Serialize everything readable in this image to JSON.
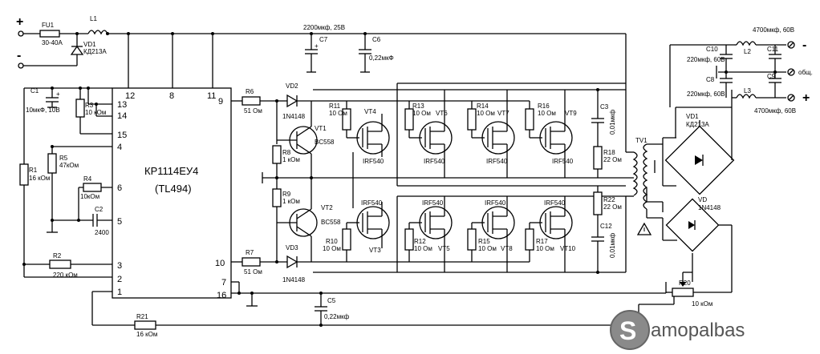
{
  "terminals": {
    "plus_in": "+",
    "minus_in": "-",
    "minus_out": "-",
    "common_out": "общ.",
    "plus_out": "+"
  },
  "fuse": {
    "ref": "FU1",
    "value": "30-40A"
  },
  "inductors": {
    "l1": "L1",
    "l2": "L2",
    "l3": "L3"
  },
  "diode_input": {
    "ref": "VD1",
    "value": "КД213А"
  },
  "capacitors": {
    "c1": {
      "ref": "C1",
      "value": "10мкФ, 10В"
    },
    "c2": {
      "ref": "C2",
      "value": "2400"
    },
    "c3": {
      "ref": "C3",
      "value": "0,01мкф"
    },
    "c5": {
      "ref": "C5",
      "value": "0,22мкф"
    },
    "c6": {
      "ref": "C6",
      "value": "0,22мкФ"
    },
    "c7": {
      "ref": "C7",
      "value": "2200мкф, 25В"
    },
    "c8": {
      "ref": "C8"
    },
    "c9": {
      "ref": "C9"
    },
    "c10": {
      "ref": "C10"
    },
    "c11": {
      "ref": "C11"
    },
    "c12": {
      "ref": "C12",
      "value": "0,01мкф"
    },
    "out_small": "220мкф, 60В",
    "out_large": "4700мкф, 60В"
  },
  "resistors": {
    "r1": {
      "ref": "R1",
      "value": "16 кОм"
    },
    "r2": {
      "ref": "R2",
      "value": "220 кОм"
    },
    "r3": {
      "ref": "R3",
      "value": "10 кОм"
    },
    "r4": {
      "ref": "R4",
      "value": "10кОм"
    },
    "r5": {
      "ref": "R5",
      "value": "47кОм"
    },
    "r6": {
      "ref": "R6",
      "value": "51 Ом"
    },
    "r7": {
      "ref": "R7",
      "value": "51 Ом"
    },
    "r8": {
      "ref": "R8",
      "value": "1 кОм"
    },
    "r9": {
      "ref": "R9",
      "value": "1 кОм"
    },
    "r10": {
      "ref": "R10",
      "value": "10 Ом"
    },
    "r11": {
      "ref": "R11",
      "value": "10 Ом"
    },
    "r12": {
      "ref": "R12",
      "value": "10 Ом"
    },
    "r13": {
      "ref": "R13",
      "value": "10 Ом"
    },
    "r14": {
      "ref": "R14",
      "value": "10 Ом"
    },
    "r15": {
      "ref": "R15",
      "value": "10 Ом"
    },
    "r16": {
      "ref": "R16",
      "value": "10 Ом"
    },
    "r17": {
      "ref": "R17",
      "value": "10 Ом"
    },
    "r18": {
      "ref": "R18",
      "value": "22 Ом"
    },
    "r20": {
      "ref": "R20",
      "value": "10 кОм"
    },
    "r21": {
      "ref": "R21",
      "value": "16 кОм"
    },
    "r22": {
      "ref": "R22",
      "value": "22 Ом"
    }
  },
  "ic": {
    "name": "КР1114ЕУ4",
    "alt": "(TL494)",
    "pins": {
      "p1": "1",
      "p2": "2",
      "p3": "3",
      "p4": "4",
      "p5": "5",
      "p6": "6",
      "p7": "7",
      "p8": "8",
      "p9": "9",
      "p10": "10",
      "p11": "11",
      "p12": "12",
      "p13": "13",
      "p14": "14",
      "p15": "15",
      "p16": "16"
    }
  },
  "diodes": {
    "vd2": {
      "ref": "VD2",
      "value": "1N4148"
    },
    "vd3": {
      "ref": "VD3",
      "value": "1N4148"
    },
    "vd_bridge": {
      "ref": "VD",
      "value": "1N4148"
    },
    "vd1_bridge": {
      "ref": "VD1",
      "value": "КД213А"
    }
  },
  "transistors": {
    "vt1": {
      "ref": "VT1",
      "value": "BC558"
    },
    "vt2": {
      "ref": "VT2",
      "value": "BC558"
    },
    "vt3": "VT3",
    "vt4": "VT4",
    "vt5": "VT5",
    "vt6": "VT6",
    "vt7": "VT7",
    "vt8": "VT8",
    "vt9": "VT9",
    "vt10": "VT10",
    "mosfet_type": "IRF540"
  },
  "transformer": {
    "ref": "TV1"
  },
  "watermark": {
    "letter": "S",
    "text": "amopalbas"
  }
}
